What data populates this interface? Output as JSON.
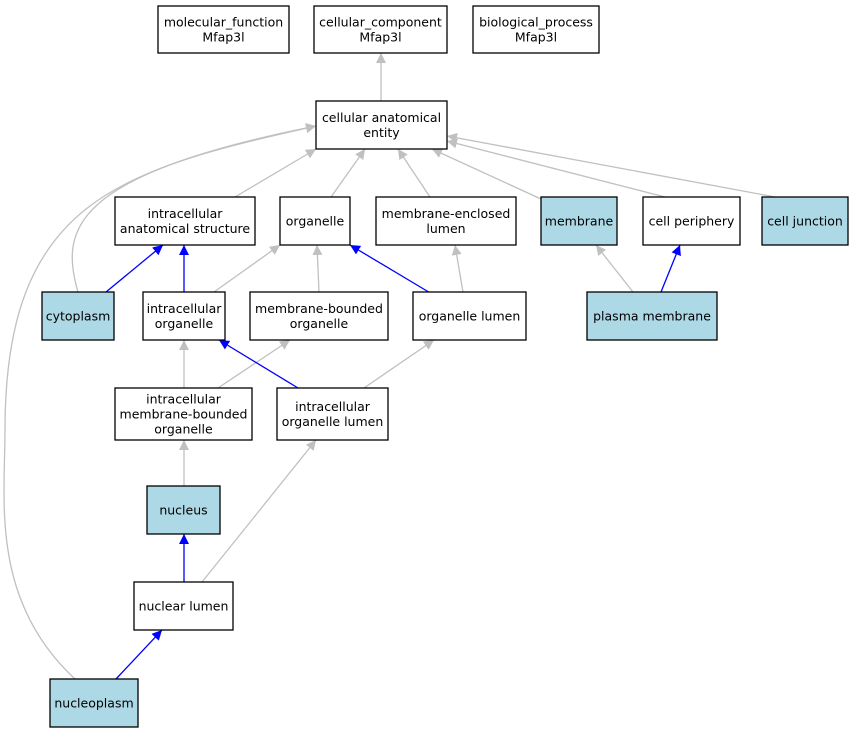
{
  "colors": {
    "annotated_fill": "#add8e6",
    "plain_fill": "#ffffff",
    "is_a_edge": "#c0c0c0",
    "part_of_edge": "#0000ff"
  },
  "nodes": {
    "mf": {
      "lines": [
        "molecular_function",
        "Mfap3l"
      ],
      "annotated": false
    },
    "cc": {
      "lines": [
        "cellular_component",
        "Mfap3l"
      ],
      "annotated": false
    },
    "bp": {
      "lines": [
        "biological_process",
        "Mfap3l"
      ],
      "annotated": false
    },
    "cae": {
      "lines": [
        "cellular anatomical",
        "entity"
      ],
      "annotated": false
    },
    "ias": {
      "lines": [
        "intracellular",
        "anatomical structure"
      ],
      "annotated": false
    },
    "org": {
      "lines": [
        "organelle"
      ],
      "annotated": false
    },
    "mel": {
      "lines": [
        "membrane-enclosed",
        "lumen"
      ],
      "annotated": false
    },
    "mem": {
      "lines": [
        "membrane"
      ],
      "annotated": true
    },
    "cp": {
      "lines": [
        "cell periphery"
      ],
      "annotated": false
    },
    "cj": {
      "lines": [
        "cell junction"
      ],
      "annotated": true
    },
    "cyto": {
      "lines": [
        "cytoplasm"
      ],
      "annotated": true
    },
    "io": {
      "lines": [
        "intracellular",
        "organelle"
      ],
      "annotated": false
    },
    "mbo": {
      "lines": [
        "membrane-bounded",
        "organelle"
      ],
      "annotated": false
    },
    "ol": {
      "lines": [
        "organelle lumen"
      ],
      "annotated": false
    },
    "pm": {
      "lines": [
        "plasma membrane"
      ],
      "annotated": true
    },
    "imbo": {
      "lines": [
        "intracellular",
        "membrane-bounded",
        "organelle"
      ],
      "annotated": false
    },
    "iol": {
      "lines": [
        "intracellular",
        "organelle lumen"
      ],
      "annotated": false
    },
    "nuc": {
      "lines": [
        "nucleus"
      ],
      "annotated": true
    },
    "nl": {
      "lines": [
        "nuclear lumen"
      ],
      "annotated": false
    },
    "np": {
      "lines": [
        "nucleoplasm"
      ],
      "annotated": true
    }
  },
  "edges": [
    {
      "from": "cae",
      "to": "cc",
      "type": "is_a"
    },
    {
      "from": "ias",
      "to": "cae",
      "type": "is_a"
    },
    {
      "from": "org",
      "to": "cae",
      "type": "is_a"
    },
    {
      "from": "mel",
      "to": "cae",
      "type": "is_a"
    },
    {
      "from": "mem",
      "to": "cae",
      "type": "is_a"
    },
    {
      "from": "cp",
      "to": "cae",
      "type": "is_a"
    },
    {
      "from": "cj",
      "to": "cae",
      "type": "is_a"
    },
    {
      "from": "cyto",
      "to": "cae",
      "type": "is_a"
    },
    {
      "from": "np",
      "to": "cae",
      "type": "is_a"
    },
    {
      "from": "cyto",
      "to": "ias",
      "type": "part_of"
    },
    {
      "from": "io",
      "to": "ias",
      "type": "part_of"
    },
    {
      "from": "io",
      "to": "org",
      "type": "is_a"
    },
    {
      "from": "mbo",
      "to": "org",
      "type": "is_a"
    },
    {
      "from": "ol",
      "to": "org",
      "type": "part_of"
    },
    {
      "from": "ol",
      "to": "mel",
      "type": "is_a"
    },
    {
      "from": "pm",
      "to": "mem",
      "type": "is_a"
    },
    {
      "from": "pm",
      "to": "cp",
      "type": "part_of"
    },
    {
      "from": "imbo",
      "to": "io",
      "type": "is_a"
    },
    {
      "from": "imbo",
      "to": "mbo",
      "type": "is_a"
    },
    {
      "from": "iol",
      "to": "io",
      "type": "part_of"
    },
    {
      "from": "iol",
      "to": "ol",
      "type": "is_a"
    },
    {
      "from": "nuc",
      "to": "imbo",
      "type": "is_a"
    },
    {
      "from": "nl",
      "to": "nuc",
      "type": "part_of"
    },
    {
      "from": "nl",
      "to": "iol",
      "type": "is_a"
    },
    {
      "from": "np",
      "to": "nl",
      "type": "part_of"
    }
  ]
}
